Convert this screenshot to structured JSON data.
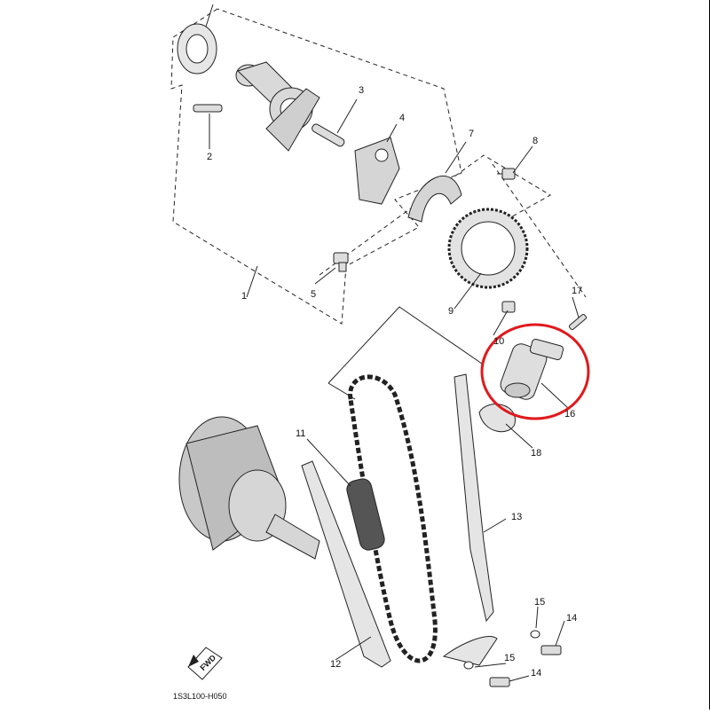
{
  "diagram": {
    "code": "1S3L100-H050",
    "direction_badge": "FWD",
    "part_labels": [
      "1",
      "2",
      "3",
      "4",
      "5",
      "7",
      "8",
      "9",
      "10",
      "11",
      "12",
      "13",
      "14",
      "15",
      "15",
      "14",
      "16",
      "17",
      "18"
    ],
    "highlight_color": "#e0191c",
    "line_color": "#222222"
  }
}
